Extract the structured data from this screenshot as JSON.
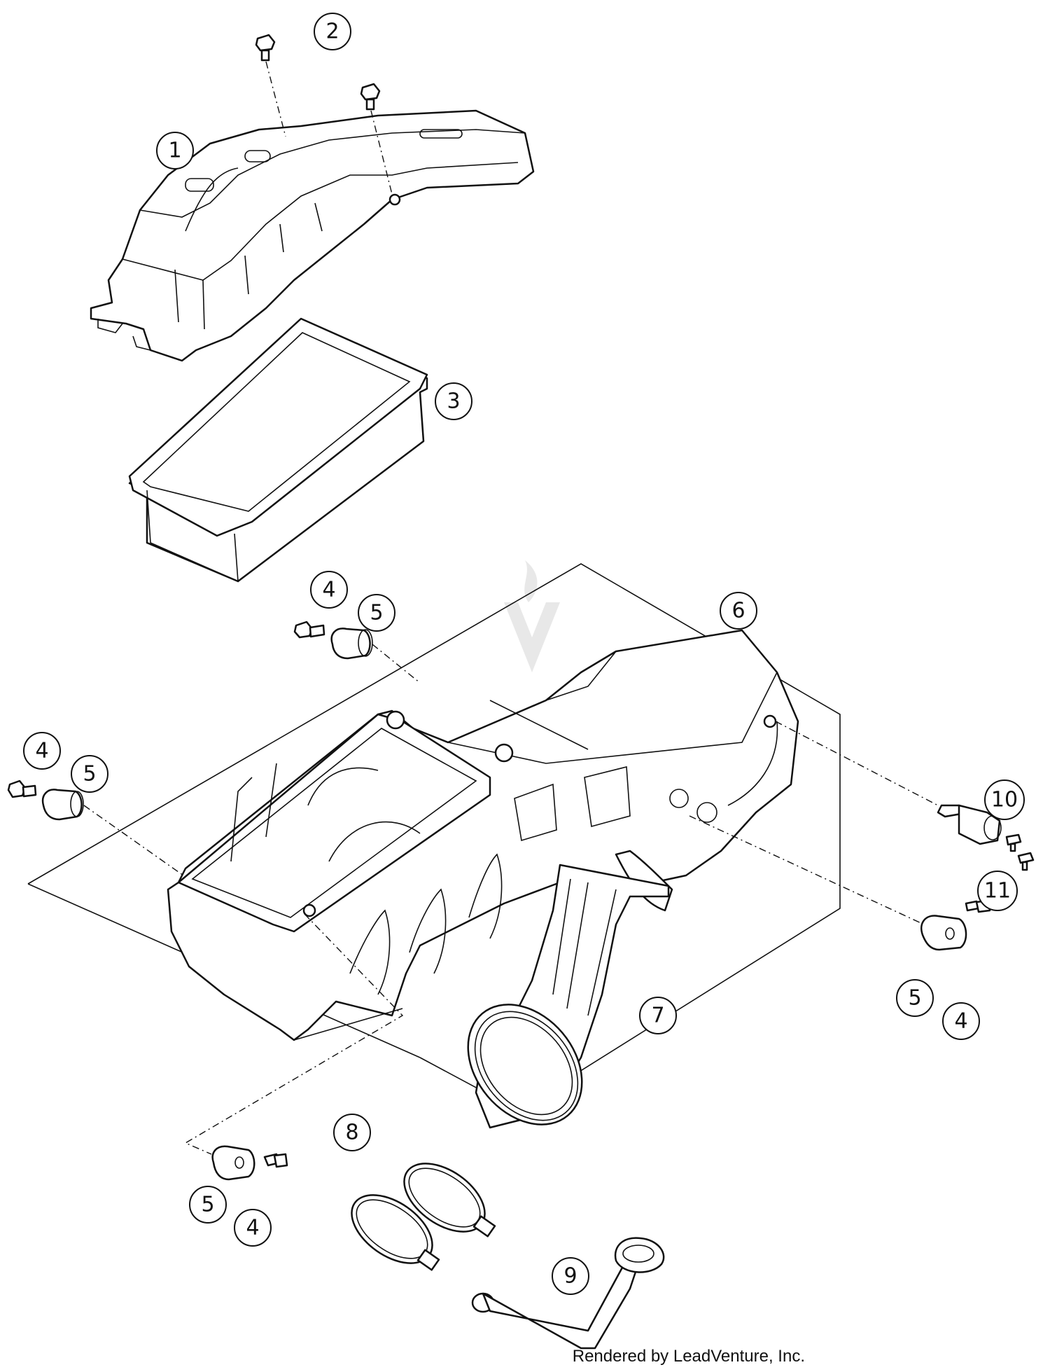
{
  "callouts": [
    {
      "id": "c1",
      "label": "1"
    },
    {
      "id": "c2",
      "label": "2"
    },
    {
      "id": "c3",
      "label": "3"
    },
    {
      "id": "c4a",
      "label": "4"
    },
    {
      "id": "c5a",
      "label": "5"
    },
    {
      "id": "c6",
      "label": "6"
    },
    {
      "id": "c4b",
      "label": "4"
    },
    {
      "id": "c5b",
      "label": "5"
    },
    {
      "id": "c10",
      "label": "10"
    },
    {
      "id": "c11",
      "label": "11"
    },
    {
      "id": "c7",
      "label": "7"
    },
    {
      "id": "c5c",
      "label": "5"
    },
    {
      "id": "c4c",
      "label": "4"
    },
    {
      "id": "c8",
      "label": "8"
    },
    {
      "id": "c5d",
      "label": "5"
    },
    {
      "id": "c4d",
      "label": "4"
    },
    {
      "id": "c9",
      "label": "9"
    }
  ],
  "credit": "Rendered by LeadVenture, Inc."
}
